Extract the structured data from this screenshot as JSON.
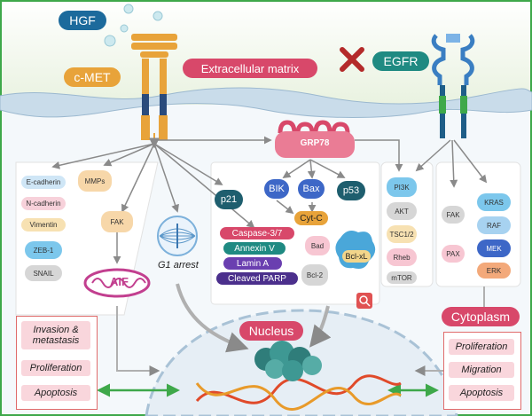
{
  "ligand": "HGF",
  "receptors": {
    "cmet": "c-MET",
    "egfr": "EGFR"
  },
  "ecm_label": "Extracellular matrix",
  "grp78": "GRP78",
  "emt_markers": [
    "E-cadherin",
    "N-cadherin",
    "Vimentin",
    "ZEB-1",
    "SNAIL"
  ],
  "mmps": "MMPs",
  "fak": "FAK",
  "aif": "AIF",
  "g1_arrest": "G1 arrest",
  "p21": "p21",
  "apoptosis_markers": [
    "Caspase-3/7",
    "Annexin V",
    "Lamin A",
    "Cleaved PARP"
  ],
  "bik": "BIK",
  "bax": "Bax",
  "p53": "p53",
  "cytc": "Cyt-C",
  "bad": "Bad",
  "bcl2": "Bcl-2",
  "bclxl": "Bcl-xL",
  "pi3k_path": [
    "PI3K",
    "AKT",
    "TSC1/2",
    "Rheb",
    "mTOR"
  ],
  "fak_right": "FAK",
  "pax": "PAX",
  "kras_path": [
    "KRAS",
    "RAF",
    "MEK",
    "ERK"
  ],
  "nucleus": "Nucleus",
  "cytoplasm": "Cytoplasm",
  "left_outcomes": [
    "Invasion & metastasis",
    "Proliferation",
    "Apoptosis"
  ],
  "right_outcomes": [
    "Proliferation",
    "Migration",
    "Apoptosis"
  ],
  "colors": {
    "navy": "#1c6a9c",
    "orange": "#e8a33a",
    "pink_label": "#d8486a",
    "teal": "#1f8a82",
    "purple": "#4b2f8c",
    "red_x": "#b42a2a",
    "green_arrow": "#3ea84a",
    "membrane": "#c9dcea"
  }
}
